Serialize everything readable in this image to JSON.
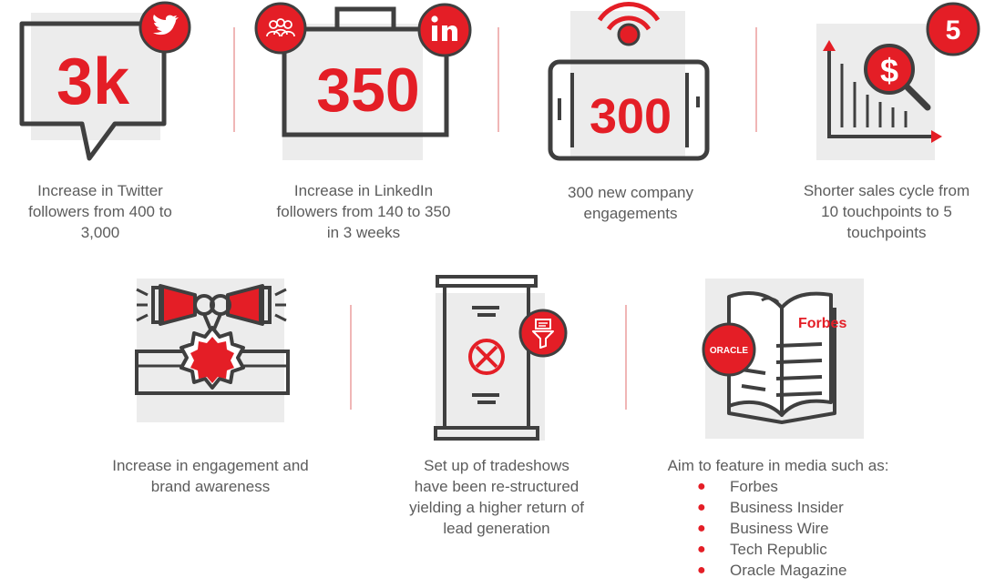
{
  "colors": {
    "accent": "#e41e26",
    "stroke": "#3f3f3f",
    "panel": "#ececec",
    "divider": "#f0b6b6",
    "text": "#5c5c5c"
  },
  "stats": [
    {
      "value": "3k",
      "icon": "twitter-icon",
      "caption_lines": [
        "Increase in Twitter",
        "followers from 400 to",
        "3,000"
      ]
    },
    {
      "value": "350",
      "icon": "linkedin-icon",
      "caption_lines": [
        "Increase in LinkedIn",
        "followers from 140 to 350",
        "in 3 weeks"
      ]
    },
    {
      "value": "300",
      "icon": "phone-broadcast-icon",
      "caption_lines": [
        "300 new company",
        "engagements"
      ]
    },
    {
      "value": "5",
      "icon": "sales-chart-icon",
      "caption_lines": [
        "Shorter sales cycle from",
        "10 touchpoints to 5",
        "touchpoints"
      ]
    }
  ],
  "benefits": [
    {
      "icon": "megaphone-badge-icon",
      "caption_lines": [
        "Increase in engagement and",
        "brand awareness"
      ]
    },
    {
      "icon": "tradeshow-banner-icon",
      "caption_lines": [
        "Set up of tradeshows",
        "have been re-structured",
        "yielding a higher return of",
        "lead generation"
      ]
    },
    {
      "icon": "media-book-icon",
      "heading": "Aim to feature in media such as:",
      "book_brand": "Forbes",
      "badge_brand": "ORACLE",
      "media": [
        "Forbes",
        "Business Insider",
        "Business Wire",
        "Tech Republic",
        "Oracle Magazine"
      ]
    }
  ],
  "bullet_glyph": "●",
  "dollar_glyph": "$"
}
